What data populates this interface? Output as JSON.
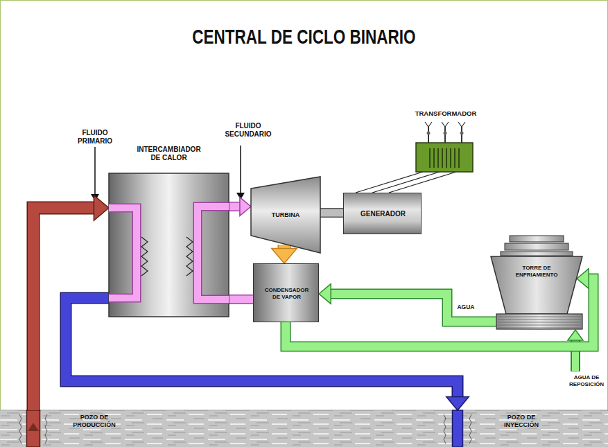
{
  "diagram": {
    "title": "CENTRAL DE CICLO BINARIO",
    "nodes": [
      {
        "text": [
          "TRANSFORMADOR"
        ]
      },
      {
        "text": [
          "INTERCAMBIADOR DE CALOR"
        ]
      },
      {
        "text": [
          "TURBINA"
        ]
      },
      {
        "text": [
          "GENERADOR"
        ]
      },
      {
        "text": [
          "CONDENSADOR DE VAPOR"
        ]
      },
      {
        "text": [
          "TORRE DE ENFRIAMIENTO"
        ]
      },
      {
        "text": [
          "POZO DE PRODUCCIÓN"
        ]
      },
      {
        "text": [
          "POZO DE INYECCIÓN"
        ]
      }
    ],
    "edges": [
      {
        "from": 6,
        "to": 1,
        "arrow": "to"
      },
      {
        "from": 1,
        "to": 7,
        "arrow": "to"
      },
      {
        "from": 1,
        "to": 2,
        "arrow": "to"
      },
      {
        "from": 2,
        "to": 3,
        "arrow": "none"
      },
      {
        "from": 3,
        "to": 0,
        "arrow": "none"
      },
      {
        "from": 2,
        "to": 4,
        "arrow": "to"
      },
      {
        "from": 4,
        "to": 1,
        "arrow": "none"
      },
      {
        "from": 5,
        "to": 4,
        "label": "AGUA",
        "arrow": "to"
      },
      {
        "from": 4,
        "to": 5,
        "arrow": "to"
      }
    ],
    "labels": [
      "FLUIDO PRIMARIO",
      "FLUIDO SECUNDARIO",
      "AGUA DE REPOSICIÓN"
    ]
  }
}
